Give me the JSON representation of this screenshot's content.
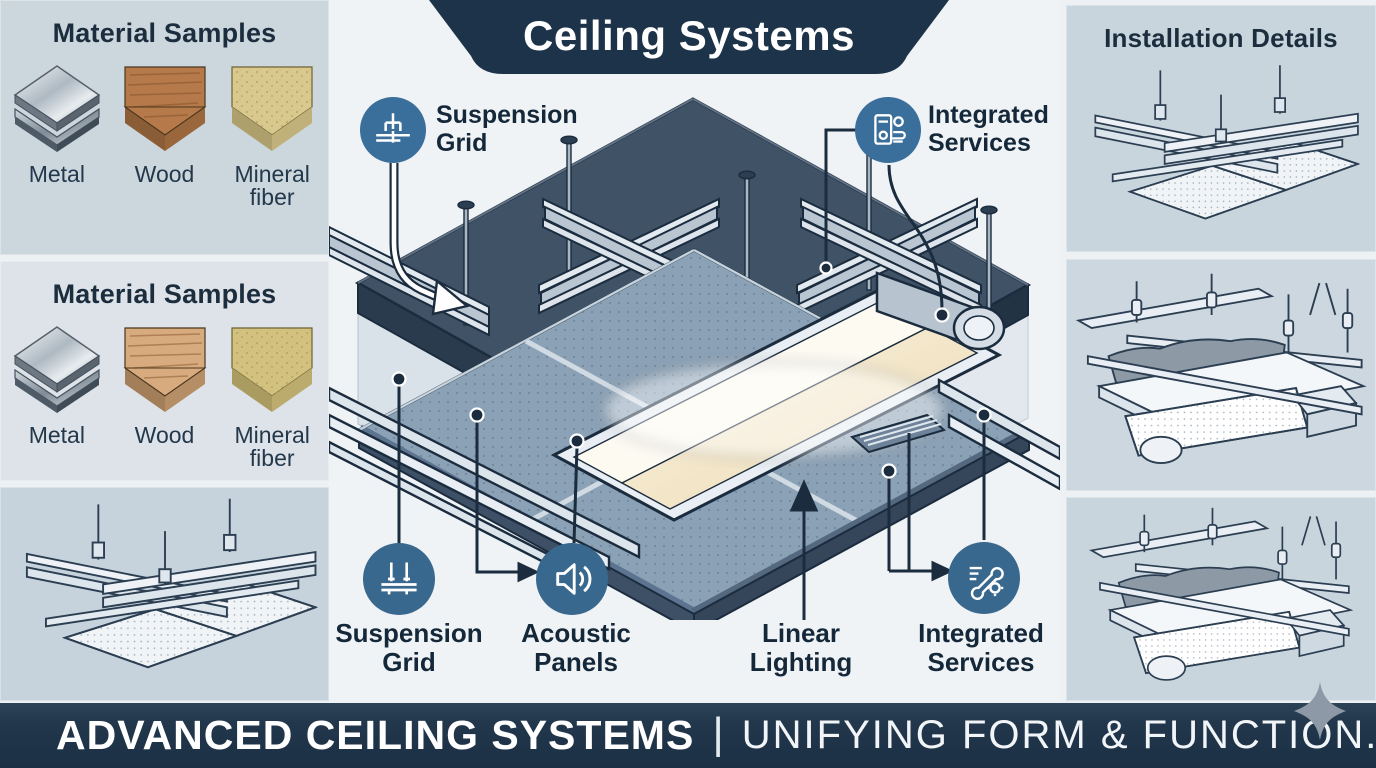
{
  "colors": {
    "navy_banner": "#1d3349",
    "callout_blue": "#3a6f9b",
    "side_panel_bg": "#cbd6dd",
    "center_bg": "#f0f3f6",
    "text_dark": "#16293c",
    "slab_top": "#3f5266",
    "acoustic_panel": "#8ba1b5",
    "light_cream": "#f3e8d0"
  },
  "left_column": {
    "panels": [
      {
        "title": "Material Samples",
        "materials": [
          "Metal",
          "Wood",
          "Mineral fiber"
        ]
      },
      {
        "title": "Material Samples",
        "materials": [
          "Metal",
          "Wood",
          "Mineral fiber"
        ]
      }
    ]
  },
  "center": {
    "title": "Ceiling Systems",
    "top_callouts": [
      {
        "label": "Suspension Grid",
        "icon": "suspension-grid-icon"
      },
      {
        "label": "Integrated Services",
        "icon": "integrated-services-icon"
      }
    ],
    "bottom_callouts": [
      {
        "label": "Suspension Grid",
        "icon": "suspension-grid-icon"
      },
      {
        "label": "Acoustic Panels",
        "icon": "acoustic-panels-icon"
      },
      {
        "label": "Linear Lighting"
      },
      {
        "label": "Integrated Services",
        "icon": "integrated-services-icon"
      }
    ]
  },
  "right_column": {
    "title": "Installation Details"
  },
  "footer": {
    "title": "ADVANCED CEILING SYSTEMS",
    "separator": "|",
    "subtitle": "UNIFYING FORM & FUNCTION."
  }
}
